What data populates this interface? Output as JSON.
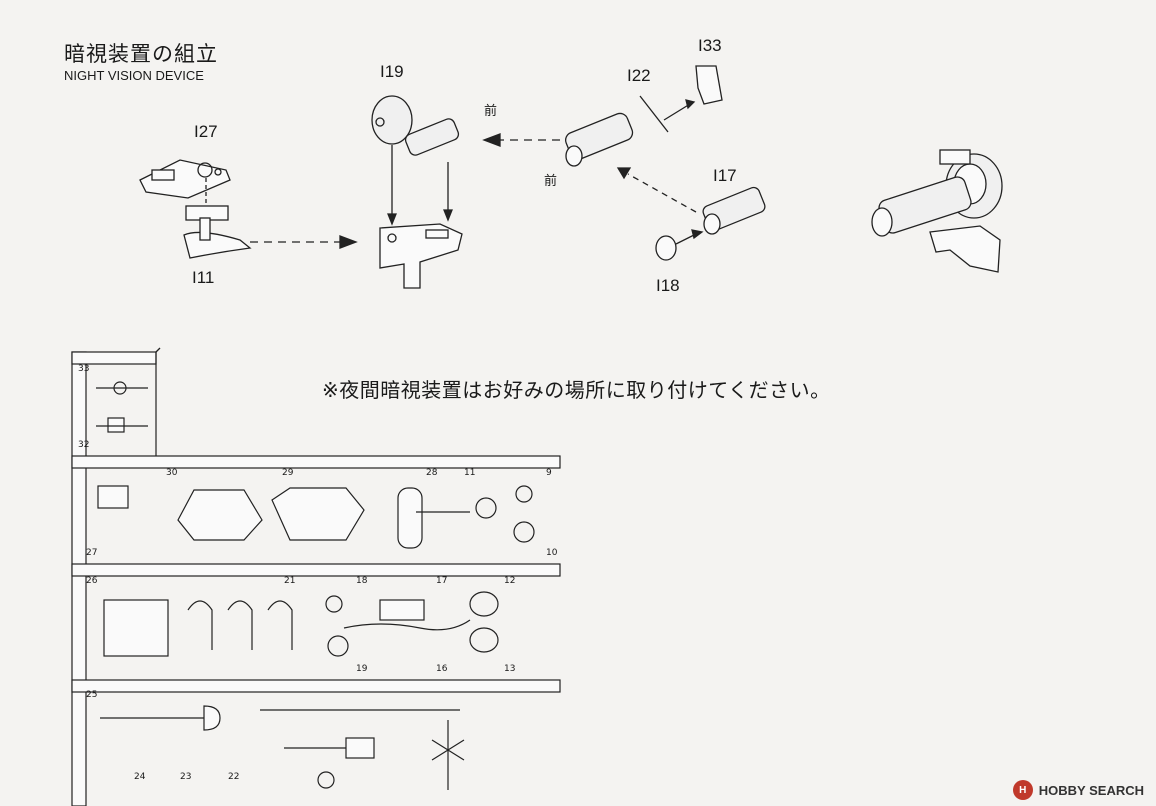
{
  "heading": {
    "title_jp": "暗視装置の組立",
    "title_en": "NIGHT VISION DEVICE"
  },
  "parts": {
    "i27": "I27",
    "i11": "I11",
    "i19": "I19",
    "i22": "I22",
    "i33": "I33",
    "i17": "I17",
    "i18": "I18"
  },
  "front_label": "前",
  "note": "※夜間暗視装置はお好みの場所に取り付けてください。",
  "sprue_numbers": [
    "33",
    "32",
    "30",
    "29",
    "28",
    "11",
    "9",
    "27",
    "26",
    "21",
    "18",
    "17",
    "12",
    "10",
    "25",
    "19",
    "16",
    "13",
    "24",
    "23",
    "22"
  ],
  "watermark": {
    "logo": "H",
    "text": "HOBBY SEARCH"
  }
}
